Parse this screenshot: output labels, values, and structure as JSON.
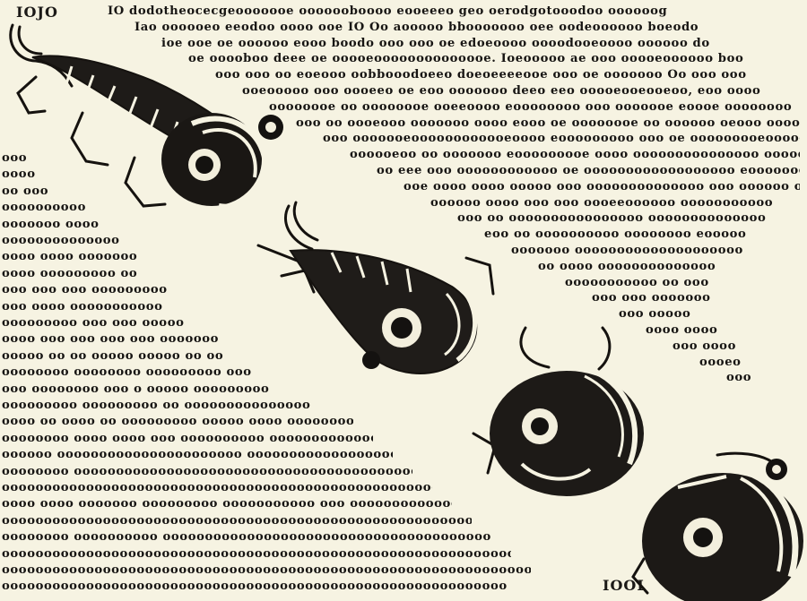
{
  "page": {
    "corner_label_top_left": "IOJO",
    "corner_label_bottom_right": "IOOI"
  },
  "upper_right_text": [
    "IO dodotheocecgeooooooe ooooooboooo eooeeeo geo oerodgotooodoo oooooog",
    "Iao oooooeo eeodoo oooo ooe IO Oo aooooo bbooooooo oee oodeoooooo boeodo",
    "ioe ooe oe oooooo eooo boodo ooo ooo oe edoeoooo oooodooeoooo oooooo do",
    "oe ooooboo deee oe ooooeoooooooooooooe. Ioeooooo ae ooo ooooeoooooo boo",
    "ooo ooo oo eoeooo oobbooodoeeo doeoeeeeooe ooo oe ooooooo Oo ooo ooo",
    "ooeooooo ooo oooeeo oe eoo ooooooo deeo eeo ooooeooeooeoo, eoo oooo",
    "oooooooe oo oooooooe ooeeoooo eoooooooo ooo ooooooe eoooe oooooooo",
    "ooo oo oooeooo ooooooo oooo eooo oe oooooooe oo oooooo oeooo ooooe",
    "ooo ooooooeoooooooooooeoooo eooooooooo ooo oe ooooooooeooooooo",
    "oooooeoo oo ooooooo eooooooooe oooo ooooooooooooooo ooooeoooo",
    "oo eee ooo oooooooooooo oe oooooooooooooooooo eoooooooo ooo",
    "ooe oooo oooo ooooo ooo oooooooooooooo ooo oooooo ooooo",
    "oooooo oooo ooo ooo oooeeoooooo ooooooooooo",
    "ooo oo oooooooooooooooo oooooooooooooo",
    "eoo oo oooooooooo oooooooo eooooo",
    "ooooooo oooooooooooooooooooo",
    "oo oooo oooooooooooooo",
    "ooooooooooo oo ooo",
    "ooo ooo ooooooo",
    "ooo ooooo",
    "oooo oooo",
    "ooo oooo",
    "oooeo",
    "ooo"
  ],
  "lower_left_text": [
    "ooo",
    "oooo",
    "oo ooo",
    "oooooooooo",
    "ooooooo oooo",
    "oooooooooooooo",
    "oooo oooo ooooooo",
    "oooo ooooooooo oo",
    "ooo ooo ooo ooooooooo",
    "ooo oooo ooooooooooo",
    "ooooooooo ooo ooo ooooo",
    "oooo ooo ooo ooo ooo ooooooo",
    "ooooo oo oo ooooo ooooo oo oo",
    "oooooooo oooooooo ooooooooo ooo",
    "ooo oooooooo ooo o ooooo ooooooooo",
    "ooooooooo ooooooooo oo ooooooooooooooo",
    "oooo oo oooo oo ooooooooo ooooo oooo oooooooo",
    "oooooooo oooo oooo ooo oooooooooo ooooooooooooo",
    "oooooo oooooooooooooooooooooo ooooooooooooooooooooo",
    "oooooooo ooooooooooooooooooooooooooooooooooooooooooooo",
    "oooooooooooooooooooooooooooooooooooooooooooooooooooooooo",
    "oooo oooo ooooooo ooooooooo ooooooooooo ooo oooooooooooooooo",
    "oooooooooooooooooooooooooooooooooooooooooooooooooooooooooooooooo",
    "oooooooo oooooooooo oooooooooooooooooooooooooooooooooooooooooooooo",
    "ooooooooooooooooooooooooooooooooooooooooooooooooooooooooooooooooooo",
    "ooooooooooooooooooooooooooooooooooooooooooooooooooooooooooooooooooooo",
    "oooooooooooooooooooooooooooooooooooooooooooooooooooooooooooo"
  ]
}
